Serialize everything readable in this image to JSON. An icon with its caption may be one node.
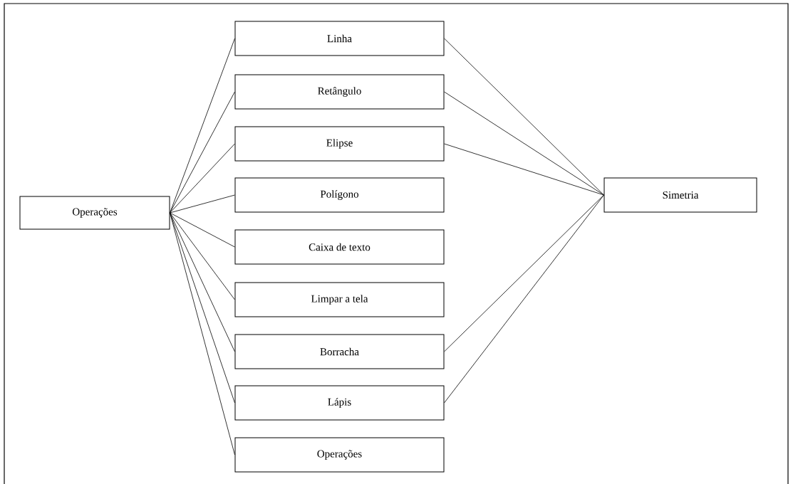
{
  "diagram": {
    "nodes": [
      {
        "text": [
          "Operações"
        ]
      },
      {
        "text": [
          "Linha"
        ]
      },
      {
        "text": [
          "Retângulo"
        ]
      },
      {
        "text": [
          "Elipse"
        ]
      },
      {
        "text": [
          "Polígono"
        ]
      },
      {
        "text": [
          "Caixa de texto"
        ]
      },
      {
        "text": [
          "Limpar a tela"
        ]
      },
      {
        "text": [
          "Borracha"
        ]
      },
      {
        "text": [
          "Lápis"
        ]
      },
      {
        "text": [
          "Operações"
        ]
      },
      {
        "text": [
          "Simetria"
        ]
      }
    ],
    "edges": [
      {
        "from": 0,
        "to": 1,
        "arrow": "none"
      },
      {
        "from": 0,
        "to": 2,
        "arrow": "none"
      },
      {
        "from": 0,
        "to": 3,
        "arrow": "none"
      },
      {
        "from": 0,
        "to": 4,
        "arrow": "none"
      },
      {
        "from": 0,
        "to": 5,
        "arrow": "none"
      },
      {
        "from": 0,
        "to": 6,
        "arrow": "none"
      },
      {
        "from": 0,
        "to": 7,
        "arrow": "none"
      },
      {
        "from": 0,
        "to": 8,
        "arrow": "none"
      },
      {
        "from": 0,
        "to": 9,
        "arrow": "none"
      },
      {
        "from": 1,
        "to": 10,
        "arrow": "none"
      },
      {
        "from": 2,
        "to": 10,
        "arrow": "none"
      },
      {
        "from": 3,
        "to": 10,
        "arrow": "none"
      },
      {
        "from": 7,
        "to": 10,
        "arrow": "none"
      },
      {
        "from": 8,
        "to": 10,
        "arrow": "none"
      }
    ]
  }
}
